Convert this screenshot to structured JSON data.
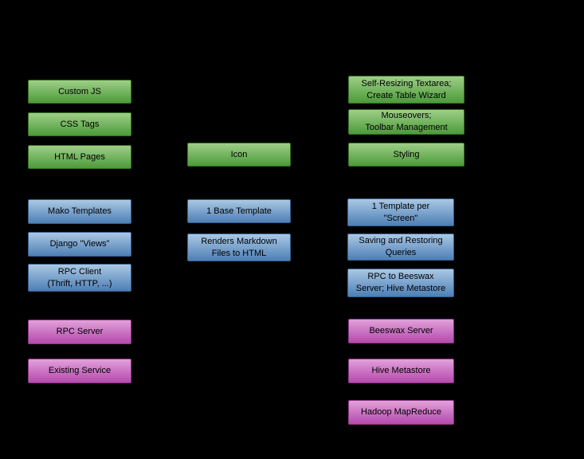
{
  "palette": {
    "background": "#000000",
    "green_gradient": [
      "#9ecf87",
      "#4c9a3a"
    ],
    "blue_gradient": [
      "#aac8e4",
      "#4d7fb5"
    ],
    "magenta_gradient": [
      "#e2a0da",
      "#b44aad"
    ],
    "text": "#000000"
  },
  "boxes": [
    {
      "label": "Custom JS"
    },
    {
      "label": "CSS Tags"
    },
    {
      "label": "HTML Pages"
    },
    {
      "label": "Mako Templates"
    },
    {
      "label": "Django \"Views\""
    },
    {
      "label": "RPC Client\n(Thrift, HTTP, ...)"
    },
    {
      "label": "RPC Server"
    },
    {
      "label": "Existing Service"
    },
    {
      "label": "Icon"
    },
    {
      "label": "1 Base Template"
    },
    {
      "label": "Renders Markdown\nFiles to HTML"
    },
    {
      "label": "Self-Resizing Textarea;\nCreate Table Wizard"
    },
    {
      "label": "Mouseovers;\nToolbar Management"
    },
    {
      "label": "Styling"
    },
    {
      "label": "1 Template per\n\"Screen\""
    },
    {
      "label": "Saving and Restoring\nQueries"
    },
    {
      "label": "RPC to Beeswax\nServer; Hive Metastore"
    },
    {
      "label": "Beeswax Server"
    },
    {
      "label": "Hive Metastore"
    },
    {
      "label": "Hadoop MapReduce"
    }
  ]
}
